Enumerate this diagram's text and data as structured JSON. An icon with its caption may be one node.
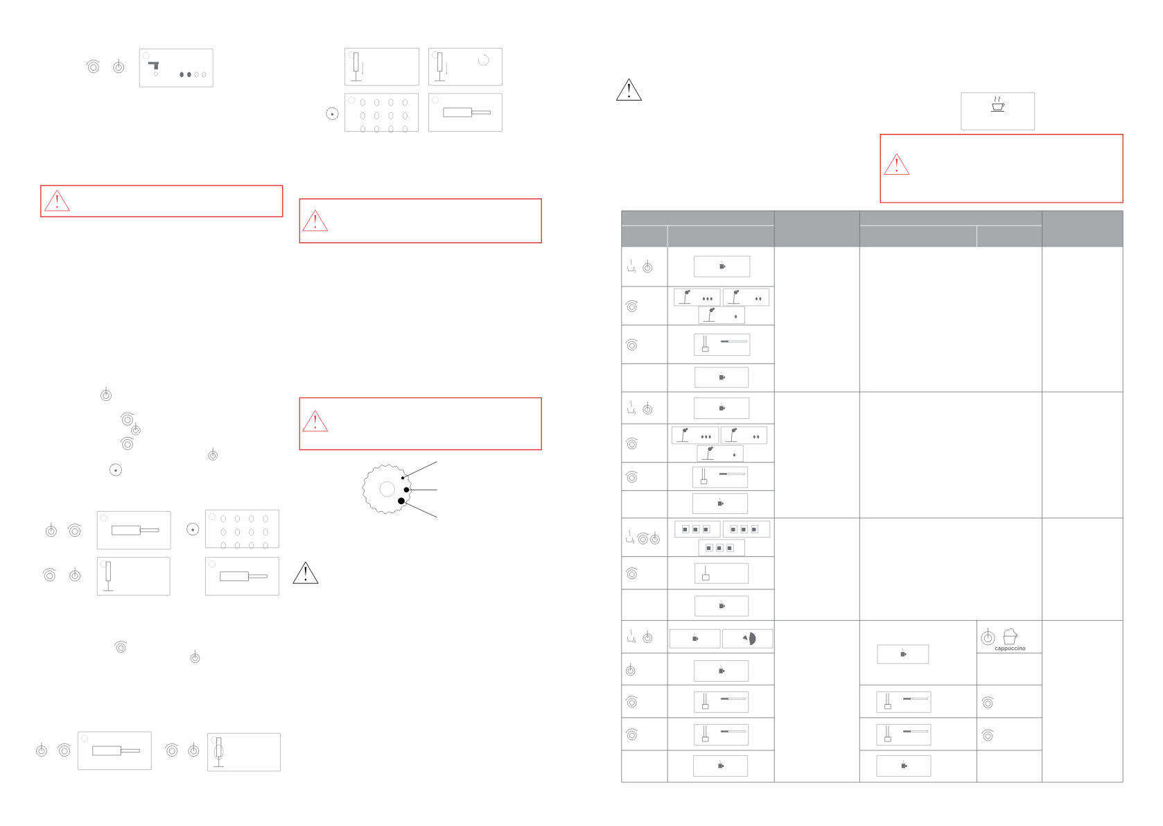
{
  "diagram": {
    "nodes": [
      {
        "text": [],
        "shape": "circle"
      },
      {
        "text": [],
        "shape": "circle"
      },
      {
        "text": [],
        "shape": "circle"
      }
    ],
    "edges": [
      {
        "from": null,
        "to": 0,
        "arrow": "none"
      },
      {
        "from": null,
        "to": 1,
        "arrow": "none"
      },
      {
        "from": null,
        "to": 2,
        "arrow": "none"
      }
    ],
    "labels": [
      "cappuccino"
    ]
  }
}
